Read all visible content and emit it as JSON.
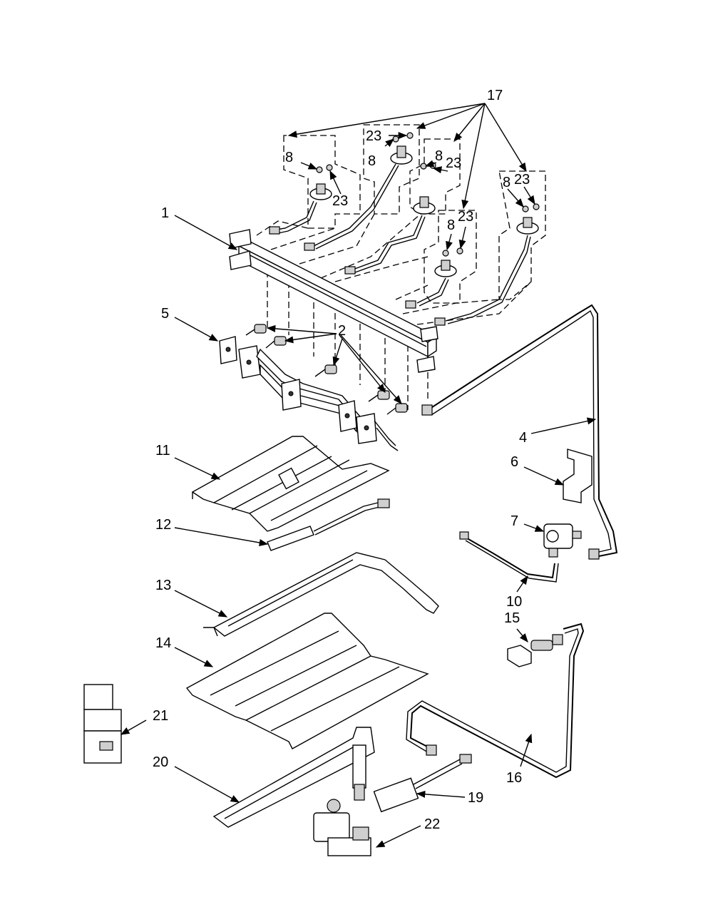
{
  "labels": {
    "l17": "17",
    "l23a": "23",
    "l8a": "8",
    "l8b": "8",
    "l23b": "23",
    "l8c": "8",
    "l23c": "23",
    "l8d": "8",
    "l23d": "23",
    "l8e": "8",
    "l23e": "23",
    "l1": "1",
    "l5": "5",
    "l2": "2",
    "l4": "4",
    "l6": "6",
    "l7": "7",
    "l10": "10",
    "l11": "11",
    "l12": "12",
    "l13": "13",
    "l14": "14",
    "l15": "15",
    "l16": "16",
    "l19": "19",
    "l20": "20",
    "l21": "21",
    "l22": "22"
  }
}
